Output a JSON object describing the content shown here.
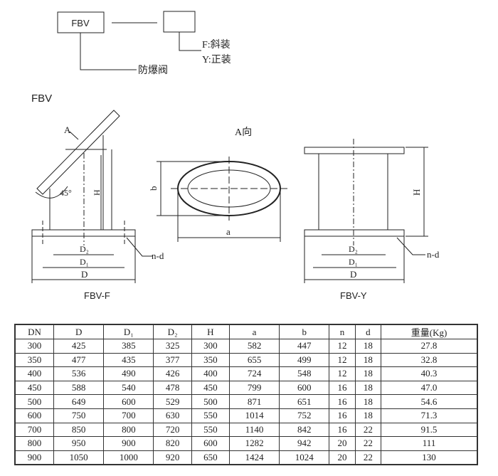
{
  "code_diagram": {
    "box_label": "FBV",
    "meaning": "防爆阀",
    "option_f": "F:斜装",
    "option_y": "Y:正装"
  },
  "drawings": {
    "section_title": "FBV",
    "left": {
      "caption": "FBV-F",
      "arrow_label": "A",
      "angle": "45°",
      "h": "H",
      "d2": "D₂",
      "d1": "D₁",
      "d": "D",
      "nd": "n-d"
    },
    "middle": {
      "caption": "A向",
      "a": "a",
      "b": "b"
    },
    "right": {
      "caption": "FBV-Y",
      "h": "H",
      "d2": "D₂",
      "d1": "D₁",
      "d": "D",
      "nd": "n-d"
    }
  },
  "table": {
    "headers": [
      "DN",
      "D",
      "D₁",
      "D₂",
      "H",
      "a",
      "b",
      "n",
      "d",
      "重量(Kg)"
    ],
    "rows": [
      [
        "300",
        "425",
        "385",
        "325",
        "300",
        "582",
        "447",
        "12",
        "18",
        "27.8"
      ],
      [
        "350",
        "477",
        "435",
        "377",
        "350",
        "655",
        "499",
        "12",
        "18",
        "32.8"
      ],
      [
        "400",
        "536",
        "490",
        "426",
        "400",
        "724",
        "548",
        "12",
        "18",
        "40.3"
      ],
      [
        "450",
        "588",
        "540",
        "478",
        "450",
        "799",
        "600",
        "16",
        "18",
        "47.0"
      ],
      [
        "500",
        "649",
        "600",
        "529",
        "500",
        "871",
        "651",
        "16",
        "18",
        "54.6"
      ],
      [
        "600",
        "750",
        "700",
        "630",
        "550",
        "1014",
        "752",
        "16",
        "18",
        "71.3"
      ],
      [
        "700",
        "850",
        "800",
        "720",
        "550",
        "1140",
        "842",
        "16",
        "22",
        "91.5"
      ],
      [
        "800",
        "950",
        "900",
        "820",
        "600",
        "1282",
        "942",
        "20",
        "22",
        "111"
      ],
      [
        "900",
        "1050",
        "1000",
        "920",
        "650",
        "1424",
        "1024",
        "20",
        "22",
        "130"
      ]
    ]
  }
}
